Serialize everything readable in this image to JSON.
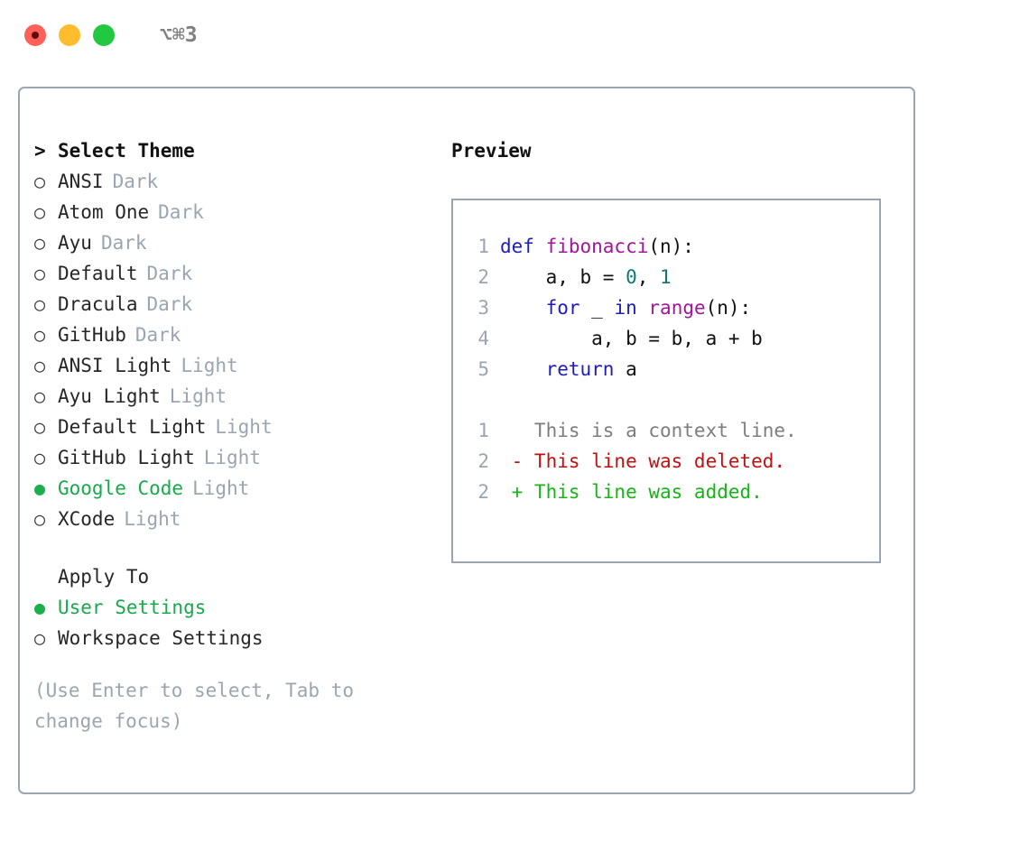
{
  "titlebar": {
    "shortcut": "⌥⌘3",
    "lights": [
      "close",
      "minimize",
      "maximize"
    ]
  },
  "theme_picker": {
    "prompt_caret": ">",
    "heading": "Select Theme",
    "bullet_unselected": "○",
    "bullet_selected": "●",
    "items": [
      {
        "label": "ANSI",
        "tag": "Dark",
        "selected": false
      },
      {
        "label": "Atom One",
        "tag": "Dark",
        "selected": false
      },
      {
        "label": "Ayu",
        "tag": "Dark",
        "selected": false
      },
      {
        "label": "Default",
        "tag": "Dark",
        "selected": false
      },
      {
        "label": "Dracula",
        "tag": "Dark",
        "selected": false
      },
      {
        "label": "GitHub",
        "tag": "Dark",
        "selected": false
      },
      {
        "label": "ANSI Light",
        "tag": "Light",
        "selected": false
      },
      {
        "label": "Ayu Light",
        "tag": "Light",
        "selected": false
      },
      {
        "label": "Default Light",
        "tag": "Light",
        "selected": false
      },
      {
        "label": "GitHub Light",
        "tag": "Light",
        "selected": false
      },
      {
        "label": "Google Code",
        "tag": "Light",
        "selected": true
      },
      {
        "label": "XCode",
        "tag": "Light",
        "selected": false
      }
    ]
  },
  "apply_to": {
    "heading": "Apply To",
    "items": [
      {
        "label": "User Settings",
        "selected": true
      },
      {
        "label": "Workspace Settings",
        "selected": false
      }
    ]
  },
  "hint": "(Use Enter to select, Tab to change focus)",
  "preview": {
    "title": "Preview",
    "code_lines": [
      {
        "no": "1",
        "tokens": [
          {
            "t": "def ",
            "k": "kw"
          },
          {
            "t": "fibonacci",
            "k": "fn"
          },
          {
            "t": "(n):",
            "k": "pl"
          }
        ]
      },
      {
        "no": "2",
        "tokens": [
          {
            "t": "    a, b = ",
            "k": "pl"
          },
          {
            "t": "0",
            "k": "num"
          },
          {
            "t": ", ",
            "k": "pl"
          },
          {
            "t": "1",
            "k": "num"
          }
        ]
      },
      {
        "no": "3",
        "tokens": [
          {
            "t": "    ",
            "k": "pl"
          },
          {
            "t": "for",
            "k": "kw"
          },
          {
            "t": " _ ",
            "k": "pl"
          },
          {
            "t": "in",
            "k": "kw"
          },
          {
            "t": " ",
            "k": "pl"
          },
          {
            "t": "range",
            "k": "fn"
          },
          {
            "t": "(n):",
            "k": "pl"
          }
        ]
      },
      {
        "no": "4",
        "tokens": [
          {
            "t": "        a, b = b, a + b",
            "k": "pl"
          }
        ]
      },
      {
        "no": "5",
        "tokens": [
          {
            "t": "    ",
            "k": "pl"
          },
          {
            "t": "return",
            "k": "kw"
          },
          {
            "t": " a",
            "k": "pl"
          }
        ]
      }
    ],
    "diff_lines": [
      {
        "no": "1",
        "marker": " ",
        "text": "This is a context line.",
        "kind": "ctx"
      },
      {
        "no": "2",
        "marker": "-",
        "text": "This line was deleted.",
        "kind": "del"
      },
      {
        "no": "2",
        "marker": "+",
        "text": "This line was added.",
        "kind": "add"
      }
    ]
  },
  "colors": {
    "accent_green": "#17a94a",
    "muted": "#9aa5b1",
    "border": "#9aa5b1",
    "keyword": "#1d1dbe",
    "function": "#a3159b",
    "number": "#0f7a72",
    "diff_delete": "#c01111",
    "diff_add": "#18b318",
    "diff_context": "#7d7d7d"
  }
}
